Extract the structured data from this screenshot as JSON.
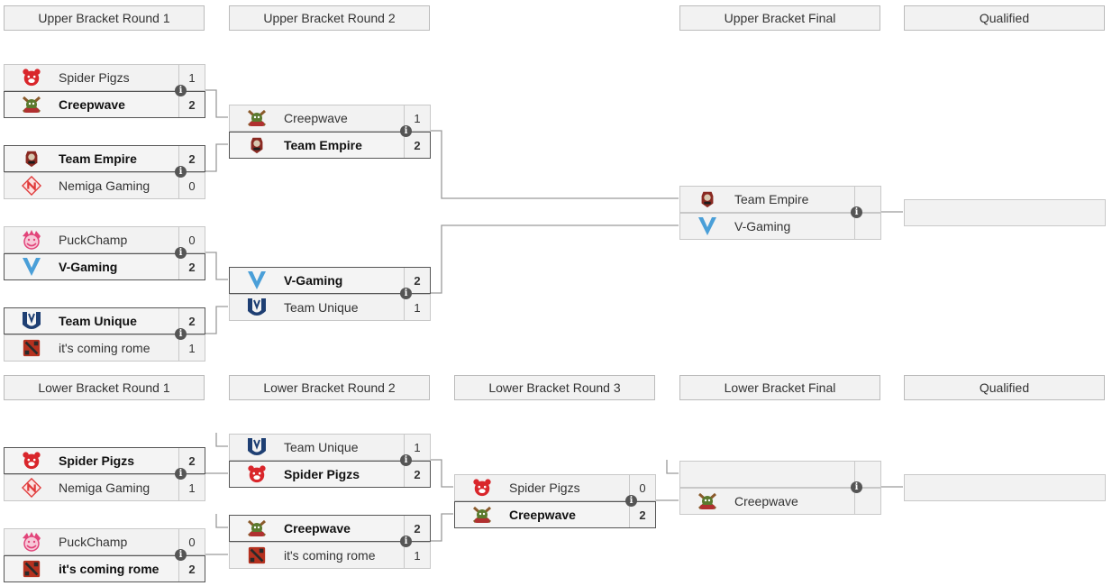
{
  "headers": {
    "ub1": "Upper Bracket Round 1",
    "ub2": "Upper Bracket Round 2",
    "ubf": "Upper Bracket Final",
    "uq": "Qualified",
    "lb1": "Lower Bracket Round 1",
    "lb2": "Lower Bracket Round 2",
    "lb3": "Lower Bracket Round 3",
    "lbf": "Lower Bracket Final",
    "lq": "Qualified"
  },
  "matches": {
    "ub1_m1": {
      "t1": "Spider Pigzs",
      "s1": "1",
      "t2": "Creepwave",
      "s2": "2"
    },
    "ub1_m2": {
      "t1": "Team Empire",
      "s1": "2",
      "t2": "Nemiga Gaming",
      "s2": "0"
    },
    "ub1_m3": {
      "t1": "PuckChamp",
      "s1": "0",
      "t2": "V-Gaming",
      "s2": "2"
    },
    "ub1_m4": {
      "t1": "Team Unique",
      "s1": "2",
      "t2": "it's coming rome",
      "s2": "1"
    },
    "ub2_m1": {
      "t1": "Creepwave",
      "s1": "1",
      "t2": "Team Empire",
      "s2": "2"
    },
    "ub2_m2": {
      "t1": "V-Gaming",
      "s1": "2",
      "t2": "Team Unique",
      "s2": "1"
    },
    "ubf_m1": {
      "t1": "Team Empire",
      "s1": "",
      "t2": "V-Gaming",
      "s2": ""
    },
    "lb1_m1": {
      "t1": "Spider Pigzs",
      "s1": "2",
      "t2": "Nemiga Gaming",
      "s2": "1"
    },
    "lb1_m2": {
      "t1": "PuckChamp",
      "s1": "0",
      "t2": "it's coming rome",
      "s2": "2"
    },
    "lb2_m1": {
      "t1": "Team Unique",
      "s1": "1",
      "t2": "Spider Pigzs",
      "s2": "2"
    },
    "lb2_m2": {
      "t1": "Creepwave",
      "s1": "2",
      "t2": "it's coming rome",
      "s2": "1"
    },
    "lb3_m1": {
      "t1": "Spider Pigzs",
      "s1": "0",
      "t2": "Creepwave",
      "s2": "2"
    },
    "lbf_m1": {
      "t1": "",
      "s1": "",
      "t2": "Creepwave",
      "s2": ""
    }
  },
  "icons": {
    "info": "i"
  },
  "colors": {
    "pigzs": "#d9262b",
    "creepwave": "#5b7a2e",
    "empire": "#8a2a22",
    "nemiga": "#e03a3a",
    "puckchamp": "#e2447a",
    "vgaming": "#4a9fd8",
    "unique": "#1e3f73",
    "rome": "#b5311f"
  }
}
